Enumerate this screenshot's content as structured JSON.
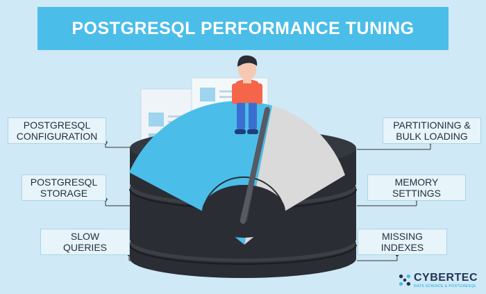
{
  "title": "POSTGRESQL PERFORMANCE TUNING",
  "labels_left": [
    {
      "line1": "POSTGRESQL",
      "line2": "CONFIGURATION"
    },
    {
      "line1": "POSTGRESQL",
      "line2": "STORAGE"
    },
    {
      "line1": "SLOW",
      "line2": "QUERIES"
    }
  ],
  "labels_right": [
    {
      "line1": "PARTITIONING &",
      "line2": "BULK LOADING"
    },
    {
      "line1": "MEMORY",
      "line2": "SETTINGS"
    },
    {
      "line1": "MISSING",
      "line2": "INDEXES"
    }
  ],
  "logo": {
    "name": "CYBERTEC",
    "tagline": "DATA SCIENCE & POSTGRESQL"
  },
  "colors": {
    "background": "#cfe9f6",
    "accent": "#4bbde9",
    "database": "#2a2d33",
    "gauge_dial": "#dadada",
    "shirt": "#f4654a",
    "pants": "#3a6fd1"
  }
}
